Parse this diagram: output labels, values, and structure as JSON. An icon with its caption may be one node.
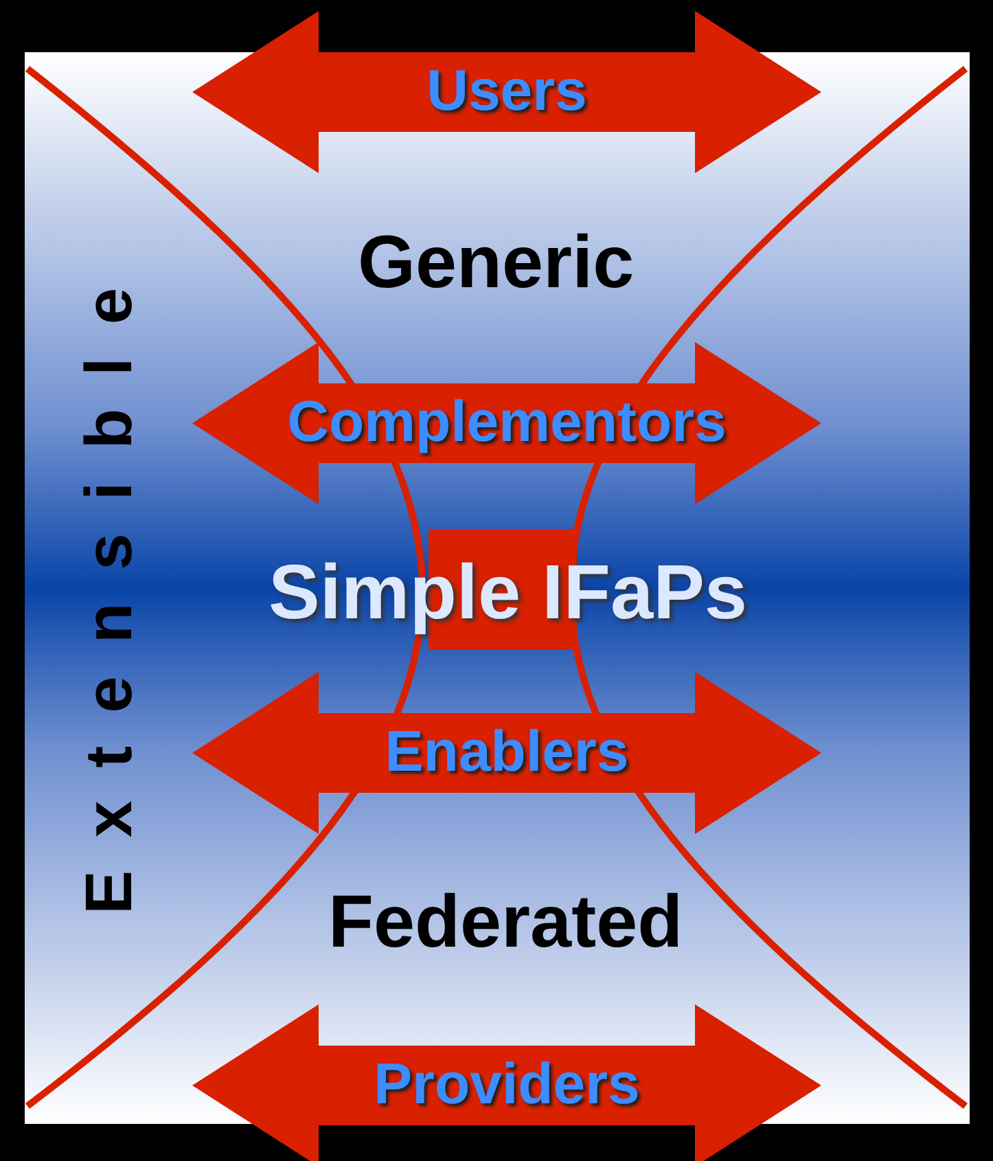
{
  "diagram": {
    "nodes": [
      {
        "text": [
          "Users"
        ]
      },
      {
        "text": [
          "Complementors"
        ]
      },
      {
        "text": [
          "Enablers"
        ]
      },
      {
        "text": [
          "Providers"
        ]
      }
    ],
    "labels": [
      "Generic",
      "Simple IFaPs",
      "Federated",
      "Extensible"
    ]
  }
}
